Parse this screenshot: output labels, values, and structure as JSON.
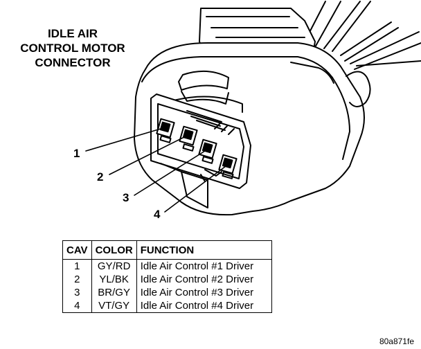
{
  "title_lines": [
    "IDLE AIR",
    "CONTROL MOTOR",
    "CONNECTOR"
  ],
  "callouts": [
    "1",
    "2",
    "3",
    "4"
  ],
  "table": {
    "headers": [
      "CAV",
      "COLOR",
      "FUNCTION"
    ],
    "rows": [
      [
        "1",
        "GY/RD",
        "Idle Air Control #1 Driver"
      ],
      [
        "2",
        "YL/BK",
        "Idle Air Control #2 Driver"
      ],
      [
        "3",
        "BR/GY",
        "Idle Air Control #3 Driver"
      ],
      [
        "4",
        "VT/GY",
        "Idle Air Control #4 Driver"
      ]
    ]
  },
  "figure_code": "80a871fe"
}
